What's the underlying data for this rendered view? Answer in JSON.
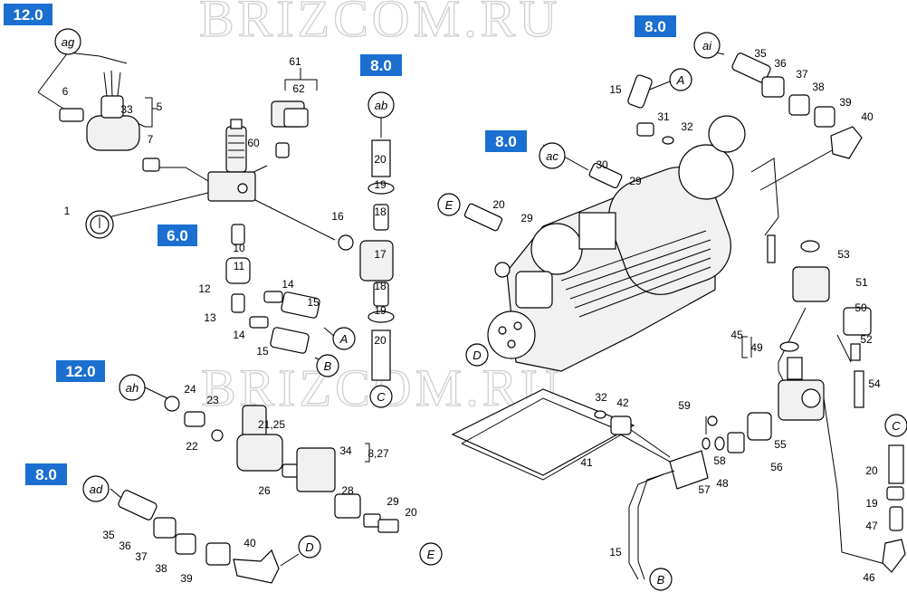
{
  "watermark": {
    "top": "BRIZCOM.RU",
    "middle": "BRIZCOM.RU"
  },
  "badges": [
    "12.0",
    "8.0",
    "8.0",
    "8.0",
    "6.0",
    "12.0",
    "8.0"
  ],
  "circle_tags": [
    "ag",
    "ai",
    "ab",
    "ac",
    "ah",
    "ad",
    "A",
    "A",
    "B",
    "B",
    "C",
    "C",
    "D",
    "D",
    "E",
    "E"
  ],
  "part_labels": [
    "6",
    "33",
    "5",
    "7",
    "1",
    "61",
    "62",
    "60",
    "20",
    "19",
    "18",
    "17",
    "18",
    "19",
    "20",
    "16",
    "10",
    "11",
    "12",
    "13",
    "14",
    "14",
    "15",
    "15",
    "35",
    "36",
    "37",
    "38",
    "39",
    "40",
    "15",
    "31",
    "32",
    "30",
    "29",
    "20",
    "29",
    "53",
    "51",
    "50",
    "45",
    "49",
    "52",
    "54",
    "24",
    "23",
    "22",
    "21,25",
    "34",
    "8,27",
    "26",
    "28",
    "29",
    "20",
    "35",
    "36",
    "37",
    "38",
    "39",
    "40",
    "32",
    "42",
    "41",
    "59",
    "58",
    "48",
    "55",
    "56",
    "57",
    "15",
    "20",
    "19",
    "47",
    "46"
  ]
}
